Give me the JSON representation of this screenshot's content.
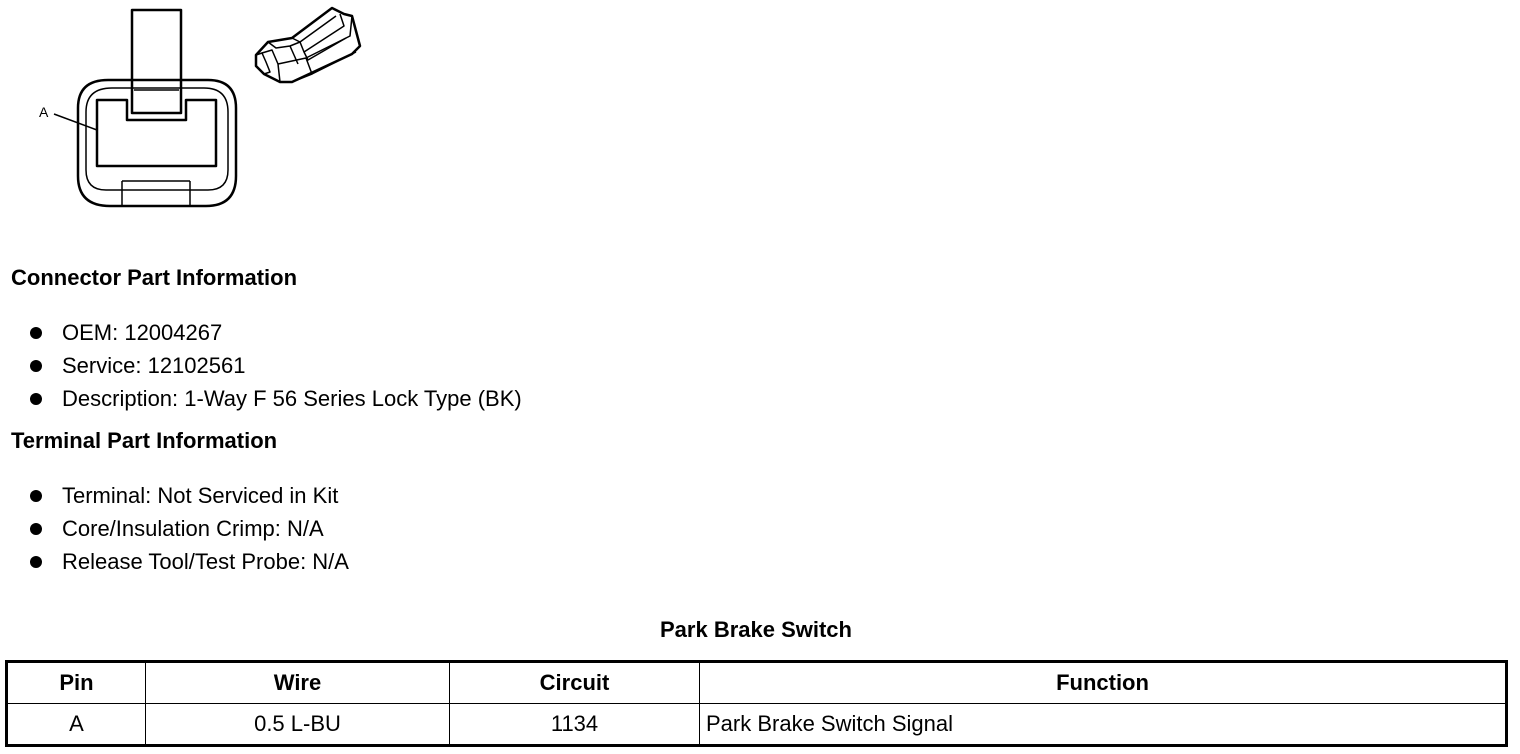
{
  "diagram": {
    "pin_callout": "A"
  },
  "connector_info": {
    "heading": "Connector Part Information",
    "items": [
      "OEM: 12004267",
      "Service: 12102561",
      "Description: 1-Way F 56 Series Lock Type (BK)"
    ]
  },
  "terminal_info": {
    "heading": "Terminal Part Information",
    "items": [
      "Terminal: Not Serviced in Kit",
      "Core/Insulation Crimp: N/A",
      "Release Tool/Test Probe: N/A"
    ]
  },
  "pin_table": {
    "title": "Park Brake Switch",
    "headers": [
      "Pin",
      "Wire",
      "Circuit",
      "Function"
    ],
    "rows": [
      [
        "A",
        "0.5 L-BU",
        "1134",
        "Park Brake Switch Signal"
      ]
    ]
  }
}
